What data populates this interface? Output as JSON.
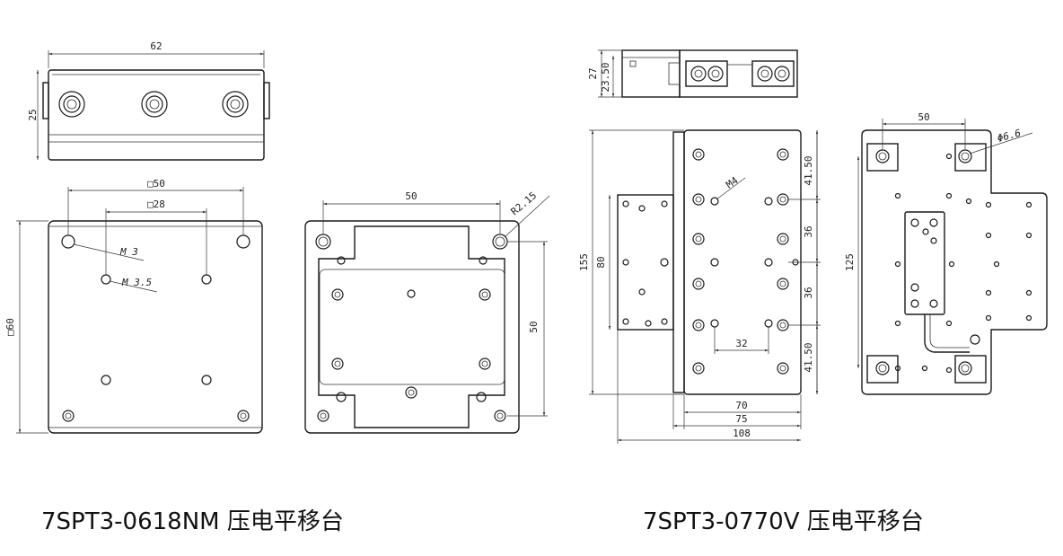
{
  "captions": {
    "left": "7SPT3-0618NM 压电平移台",
    "right": "7SPT3-0770V 压电平移台"
  },
  "left_stage": {
    "top_view": {
      "width_dim": "62",
      "height_dim": "25"
    },
    "front_view": {
      "outer_dim": "□50",
      "inner_dim": "□28",
      "size_dim": "□60",
      "thread_a": "M 3",
      "thread_b": "M 3.5"
    },
    "bottom_view": {
      "width_dim": "50",
      "height_dim": "50",
      "radius_dim": "R2.15"
    }
  },
  "right_stage": {
    "top_view": {
      "height_dim_a": "27",
      "height_dim_b": "23.50"
    },
    "front_view": {
      "total_height": "155",
      "inner_height": "80",
      "thread": "M4",
      "pitch_top": "41.50",
      "pitch_mid_a": "36",
      "pitch_mid_b": "36",
      "pitch_bottom": "41.50",
      "hole_spacing": "32",
      "width_a": "70",
      "width_b": "75",
      "width_total": "108"
    },
    "bottom_view": {
      "width_dim": "50",
      "height_dim": "125",
      "hole_dim": "Φ6.6"
    }
  }
}
